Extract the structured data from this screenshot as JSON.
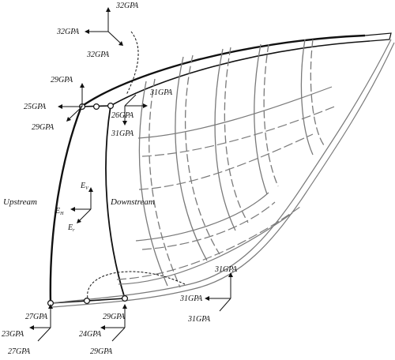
{
  "regions": {
    "upstream": "Upstream",
    "downstream": "Downstream"
  },
  "axis_legend": {
    "eh": "E",
    "eh_sub": "H",
    "ev": "E",
    "ev_sub": "V",
    "er": "E",
    "er_sub": "r"
  },
  "moduli": {
    "crown_top": {
      "a": "32",
      "b": "32",
      "c": "32"
    },
    "crown_upstream": {
      "a": "29",
      "b": "25",
      "c": "29"
    },
    "crown_down": {
      "a": "31",
      "b": "26",
      "c": "31"
    },
    "right_abut": {
      "a": "31",
      "b": "31",
      "c": "31"
    },
    "base_up": {
      "a": "27",
      "b": "23",
      "c": "27"
    },
    "base_down": {
      "a": "29",
      "b": "24",
      "c": "29"
    }
  },
  "unit_italic": "GPA",
  "colors": {
    "ink": "#111111",
    "outline": "#111111",
    "gray": "#7a7a7a"
  }
}
